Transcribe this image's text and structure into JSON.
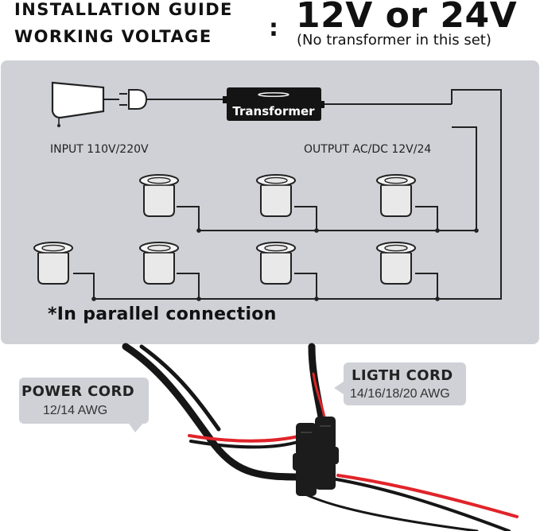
{
  "header": {
    "line1": "INSTALLATION GUIDE",
    "line2": "WORKING VOLTAGE",
    "colon": ":",
    "voltage": "12V or 24V",
    "note": "(No transformer in this set)"
  },
  "diagram": {
    "transformer_label": "Transformer",
    "input_label": "INPUT 110V/220V",
    "output_label": "OUTPUT AC/DC 12V/24",
    "connection_note": "*In parallel connection"
  },
  "callouts": {
    "power_cord": {
      "title": "POWER CORD",
      "awg": "12/14 AWG"
    },
    "light_cord": {
      "title": "LIGTH CORD",
      "awg": "14/16/18/20 AWG"
    }
  },
  "colors": {
    "panel": "#cfd1d7",
    "wire_black": "#161616",
    "wire_red": "#e0242a",
    "line": "#222222"
  },
  "icons": [
    "power-adapter-icon",
    "plug-icon",
    "transformer-icon",
    "deck-light-icon",
    "waterproof-connector-icon"
  ]
}
